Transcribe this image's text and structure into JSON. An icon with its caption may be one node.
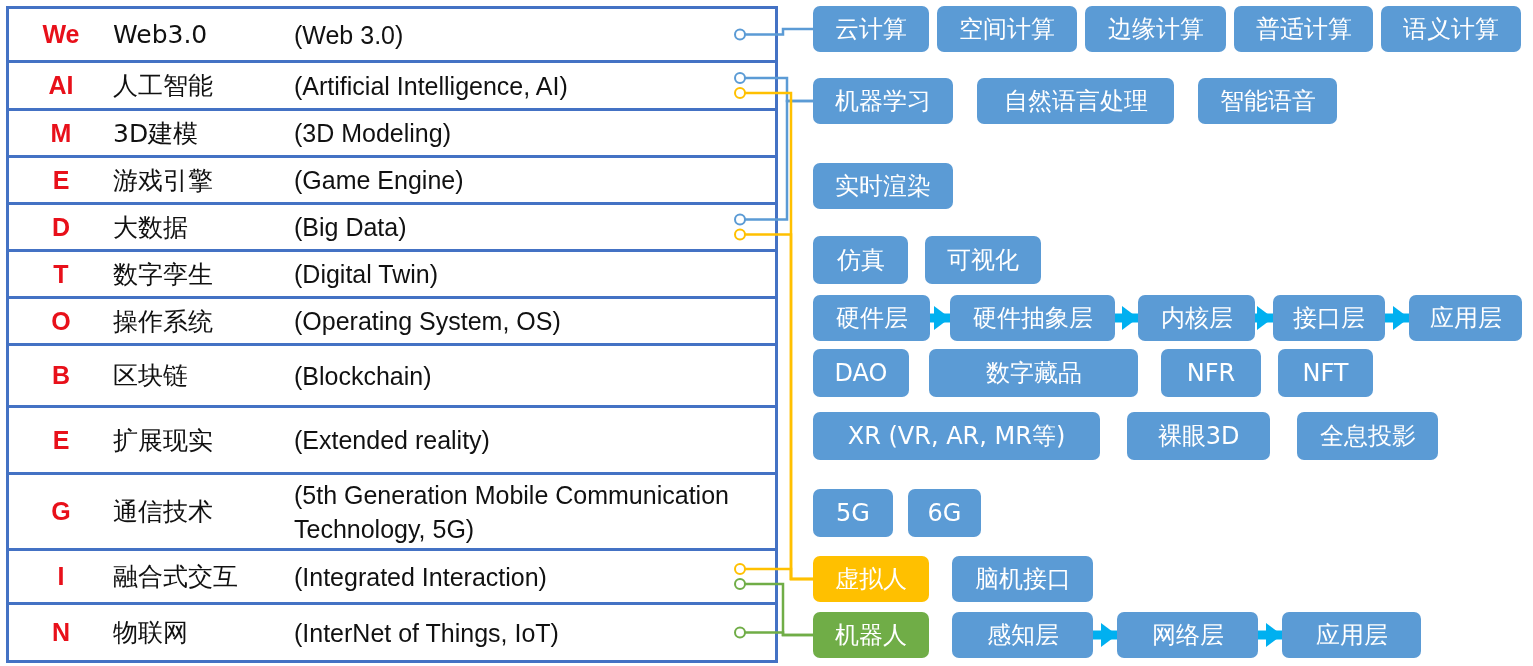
{
  "diagram": {
    "nodes": [
      {
        "text": [
          "We",
          "Web3.0",
          "(Web 3.0)"
        ]
      },
      {
        "text": [
          "AI",
          "人工智能",
          "(Artificial Intelligence, AI)"
        ]
      },
      {
        "text": [
          "M",
          "3D建模",
          "(3D Modeling)"
        ]
      },
      {
        "text": [
          "E",
          "游戏引擎",
          "(Game Engine)"
        ]
      },
      {
        "text": [
          "D",
          "大数据",
          "(Big Data)"
        ]
      },
      {
        "text": [
          "T",
          "数字孪生",
          "(Digital Twin)"
        ]
      },
      {
        "text": [
          "O",
          "操作系统",
          "(Operating System, OS)"
        ]
      },
      {
        "text": [
          "B",
          "区块链",
          "(Blockchain)"
        ]
      },
      {
        "text": [
          "E",
          "扩展现实",
          "(Extended reality)"
        ]
      },
      {
        "text": [
          "G",
          "通信技术",
          "(5th Generation Mobile Communication Technology, 5G)"
        ]
      },
      {
        "text": [
          "I",
          "融合式交互",
          "(Integrated Interaction)"
        ]
      },
      {
        "text": [
          "N",
          "物联网",
          "(InterNet of Things, IoT)"
        ]
      },
      {
        "text": [
          "云计算"
        ]
      },
      {
        "text": [
          "空间计算"
        ]
      },
      {
        "text": [
          "边缘计算"
        ]
      },
      {
        "text": [
          "普适计算"
        ]
      },
      {
        "text": [
          "语义计算"
        ]
      },
      {
        "text": [
          "机器学习"
        ]
      },
      {
        "text": [
          "自然语言处理"
        ]
      },
      {
        "text": [
          "智能语音"
        ]
      },
      {
        "text": [
          "实时渲染"
        ]
      },
      {
        "text": [
          "仿真"
        ]
      },
      {
        "text": [
          "可视化"
        ]
      },
      {
        "text": [
          "硬件层"
        ]
      },
      {
        "text": [
          "硬件抽象层"
        ]
      },
      {
        "text": [
          "内核层"
        ]
      },
      {
        "text": [
          "接口层"
        ]
      },
      {
        "text": [
          "应用层"
        ]
      },
      {
        "text": [
          "DAO"
        ]
      },
      {
        "text": [
          "数字藏品"
        ]
      },
      {
        "text": [
          "NFR"
        ]
      },
      {
        "text": [
          "NFT"
        ]
      },
      {
        "text": [
          "XR (VR, AR, MR等)"
        ]
      },
      {
        "text": [
          "裸眼3D"
        ]
      },
      {
        "text": [
          "全息投影"
        ]
      },
      {
        "text": [
          "5G"
        ]
      },
      {
        "text": [
          "6G"
        ]
      },
      {
        "text": [
          "虚拟人"
        ]
      },
      {
        "text": [
          "脑机接口"
        ]
      },
      {
        "text": [
          "机器人"
        ]
      },
      {
        "text": [
          "感知层"
        ]
      },
      {
        "text": [
          "网络层"
        ]
      },
      {
        "text": [
          "应用层"
        ]
      }
    ],
    "edges": [
      {
        "from": 0,
        "to": 12,
        "arrow": "other",
        "color": "#5b9bd5"
      },
      {
        "from": 1,
        "to": 17,
        "arrow": "other",
        "color": "#5b9bd5"
      },
      {
        "from": 4,
        "to": 17,
        "arrow": "other",
        "color": "#5b9bd5"
      },
      {
        "from": 1,
        "to": 37,
        "arrow": "other",
        "color": "#ffc000"
      },
      {
        "from": 4,
        "to": 37,
        "arrow": "other",
        "color": "#ffc000"
      },
      {
        "from": 10,
        "to": 37,
        "arrow": "other",
        "color": "#ffc000"
      },
      {
        "from": 10,
        "to": 39,
        "arrow": "other",
        "color": "#70ad47"
      },
      {
        "from": 11,
        "to": 39,
        "arrow": "other",
        "color": "#70ad47"
      },
      {
        "from": 23,
        "to": 24,
        "arrow": "to",
        "color": "#00b0f0",
        "style": "thick"
      },
      {
        "from": 24,
        "to": 25,
        "arrow": "to",
        "color": "#00b0f0",
        "style": "thick"
      },
      {
        "from": 25,
        "to": 26,
        "arrow": "to",
        "color": "#00b0f0",
        "style": "thick"
      },
      {
        "from": 26,
        "to": 27,
        "arrow": "to",
        "color": "#00b0f0",
        "style": "thick"
      },
      {
        "from": 40,
        "to": 41,
        "arrow": "to",
        "color": "#00b0f0",
        "style": "thick"
      },
      {
        "from": 41,
        "to": 42,
        "arrow": "to",
        "color": "#00b0f0",
        "style": "thick"
      }
    ]
  }
}
